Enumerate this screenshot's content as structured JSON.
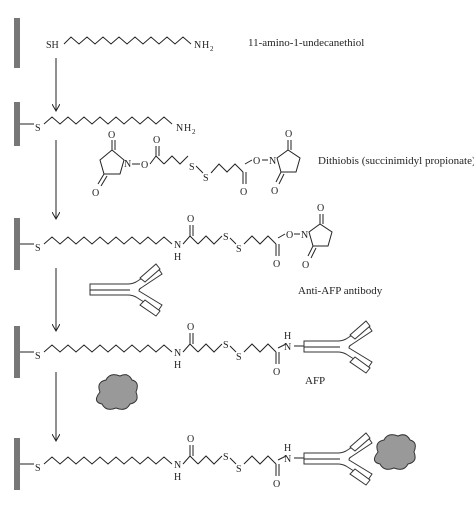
{
  "labels": {
    "step1": "11-amino-1-undecanethiol",
    "step2": "Dithiobis (succinimidyl propionate)",
    "step3": "Anti-AFP antibody",
    "step4": "AFP"
  },
  "atoms": {
    "S": "S",
    "SH": "SH",
    "N": "N",
    "NH": "NH",
    "H": "H",
    "O": "O",
    "sub2": "2"
  }
}
